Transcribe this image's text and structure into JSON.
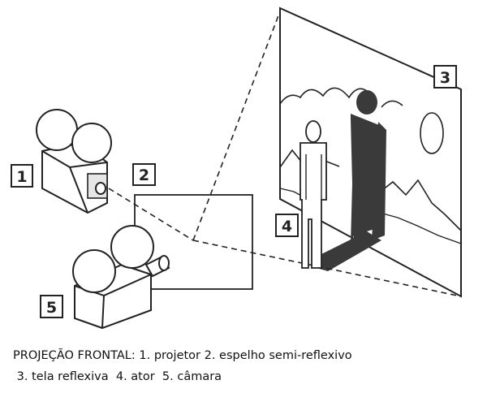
{
  "caption": {
    "line1": "PROJEÇÃO FRONTAL: 1. projetor  2. espelho semi-reflexivo",
    "line2": " 3. tela reflexiva  4. ator  5. câmara"
  },
  "labels": {
    "projector": "1",
    "mirror": "2",
    "screen": "3",
    "actor": "4",
    "camera": "5"
  },
  "colors": {
    "ink": "#222222",
    "shadow": "#3a3a3a",
    "lens_fill": "#e6e6e6",
    "paper": "#ffffff"
  }
}
